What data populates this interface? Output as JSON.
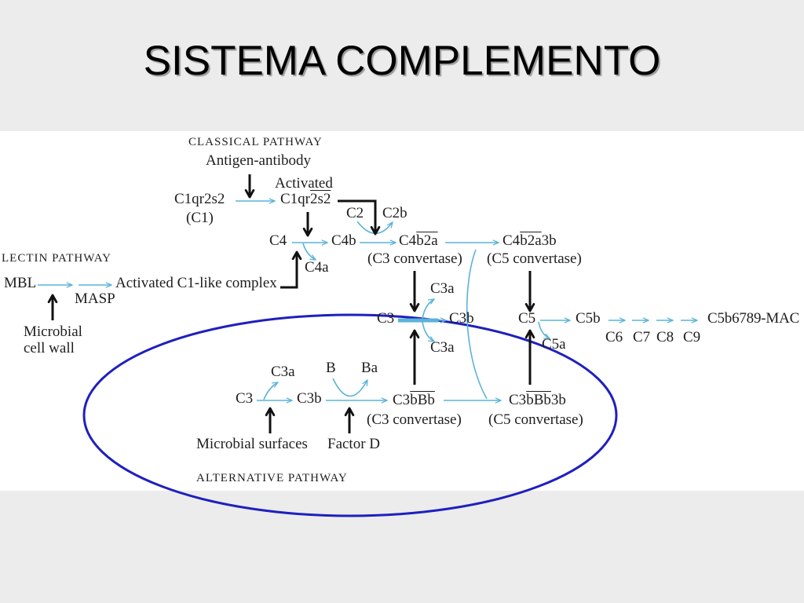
{
  "title": "SISTEMA COMPLEMENTO",
  "colors": {
    "background": "#ececec",
    "panel": "#ffffff",
    "pathway_arrow": "#5ab3d8",
    "activation_arrow": "#111111",
    "highlight_ellipse": "#1f1fbf"
  },
  "diagram": {
    "classical": {
      "heading": "CLASSICAL PATHWAY",
      "trigger": "Antigen-antibody",
      "activated_label": "Activated",
      "c1": "C1qr2s2",
      "c1_alias": "(C1)",
      "c1_activated": {
        "pre": "C1qr",
        "over": "2s2"
      },
      "c2": "C2",
      "c2b": "C2b",
      "c4": "C4",
      "c4b": "C4b",
      "c4a": "C4a",
      "c3_convertase": {
        "pre": "C4",
        "over": "b2a"
      },
      "c3_convertase_label": "(C3 convertase)",
      "c5_convertase": {
        "pre": "C4",
        "over": "b2a",
        "post": "3b"
      },
      "c5_convertase_label": "(C5 convertase)"
    },
    "lectin": {
      "heading": "LECTIN PATHWAY",
      "mbl": "MBL",
      "masp": "MASP",
      "complex": "Activated C1-like complex",
      "trigger_line1": "Microbial",
      "trigger_line2": "cell wall"
    },
    "central": {
      "c3": "C3",
      "c3b": "C3b",
      "c3a_top": "C3a",
      "c3a_bottom": "C3a",
      "c5": "C5",
      "c5b": "C5b",
      "c5a": "C5a",
      "terminal": [
        "C6",
        "C7",
        "C8",
        "C9"
      ],
      "mac": "C5b6789-MAC"
    },
    "alternative": {
      "heading": "ALTERNATIVE PATHWAY",
      "c3": "C3",
      "c3a": "C3a",
      "c3b": "C3b",
      "b": "B",
      "ba": "Ba",
      "c3_convertase": {
        "pre": "C3",
        "over": "bBb"
      },
      "c3_convertase_label": "(C3 convertase)",
      "c5_convertase": {
        "pre": "C3",
        "over": "bBb",
        "post": "3b"
      },
      "c5_convertase_label": "(C5 convertase)",
      "trigger": "Microbial surfaces",
      "factor": "Factor D"
    }
  }
}
